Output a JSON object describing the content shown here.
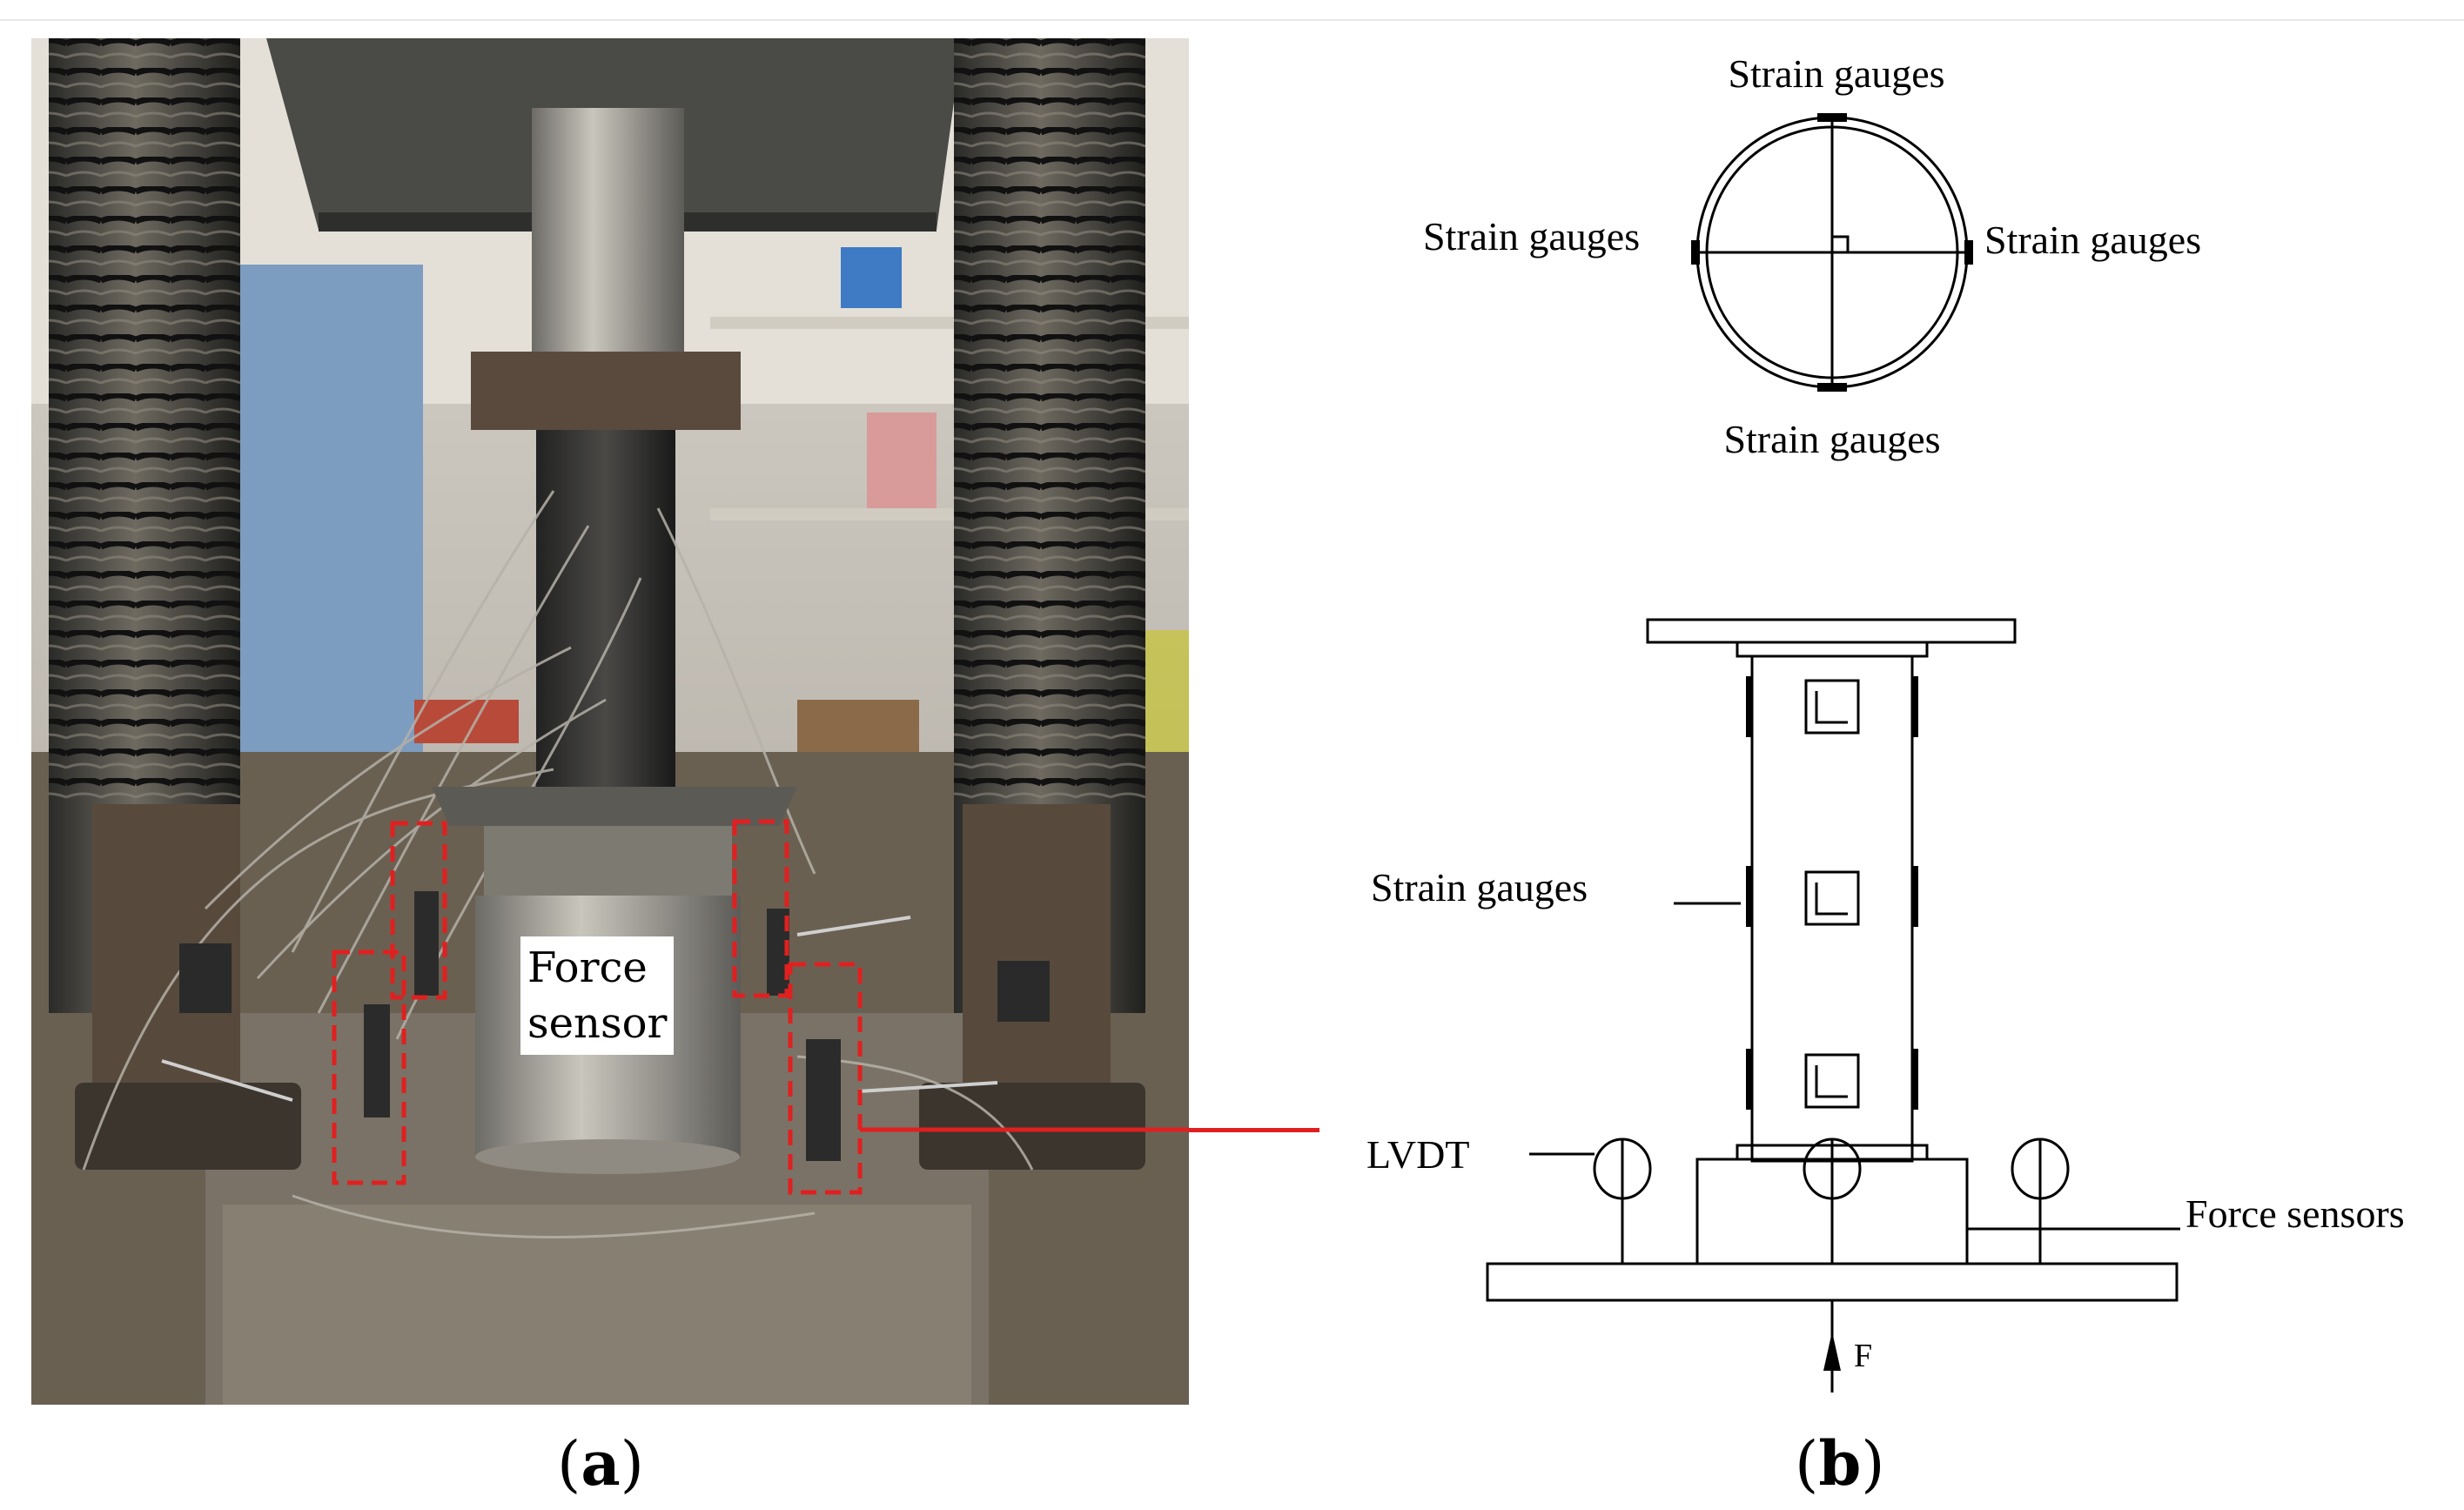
{
  "panels": {
    "a": {
      "label_open": "(",
      "label_letter": "a",
      "label_close": ")"
    },
    "b": {
      "label_open": "(",
      "label_letter": "b",
      "label_close": ")"
    }
  },
  "photo": {
    "annotation_line1": "Force",
    "annotation_line2": "sensor",
    "box_color": "#e02020",
    "leader_color": "#e02020"
  },
  "schematic": {
    "cross_section": {
      "top": "Strain gauges",
      "left": "Strain gauges",
      "right": "Strain gauges",
      "bottom": "Strain gauges"
    },
    "elevation": {
      "strain_label": "Strain gauges",
      "lvdt_label": "LVDT",
      "force_sensors_label": "Force sensors",
      "load_label": "F"
    }
  }
}
